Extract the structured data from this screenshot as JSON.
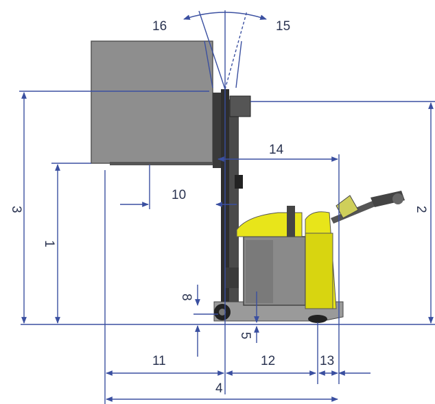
{
  "diagram": {
    "colors": {
      "dimension_line": "#3a4fa0",
      "dimension_text": "#2a3350",
      "load": "#8e8e8e",
      "chassis": "#8a8a8a",
      "yellow": "#e8e51a",
      "dark": "#333333"
    },
    "labels": {
      "d1": "1",
      "d2": "2",
      "d3": "3",
      "d4": "4",
      "d5": "5",
      "d8": "8",
      "d10": "10",
      "d11": "11",
      "d12": "12",
      "d13": "13",
      "d14": "14",
      "d15": "15",
      "d16": "16"
    }
  }
}
